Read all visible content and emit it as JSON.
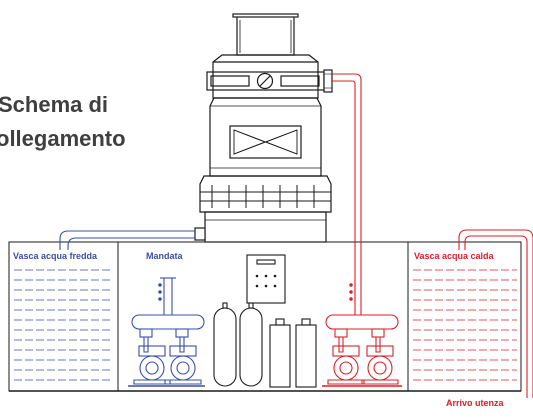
{
  "title": {
    "line1": "Schema di",
    "line2": "ollegamento"
  },
  "labels": {
    "cold_tank": "Vasca acqua fredda",
    "delivery": "Mandata",
    "hot_tank": "Vasca acqua calda",
    "user_supply": "Arrivo utenza"
  },
  "colors": {
    "outline": "#1a1a1a",
    "cold": "#3a4fa8",
    "hot": "#d92128",
    "title": "#3f3f3f"
  }
}
